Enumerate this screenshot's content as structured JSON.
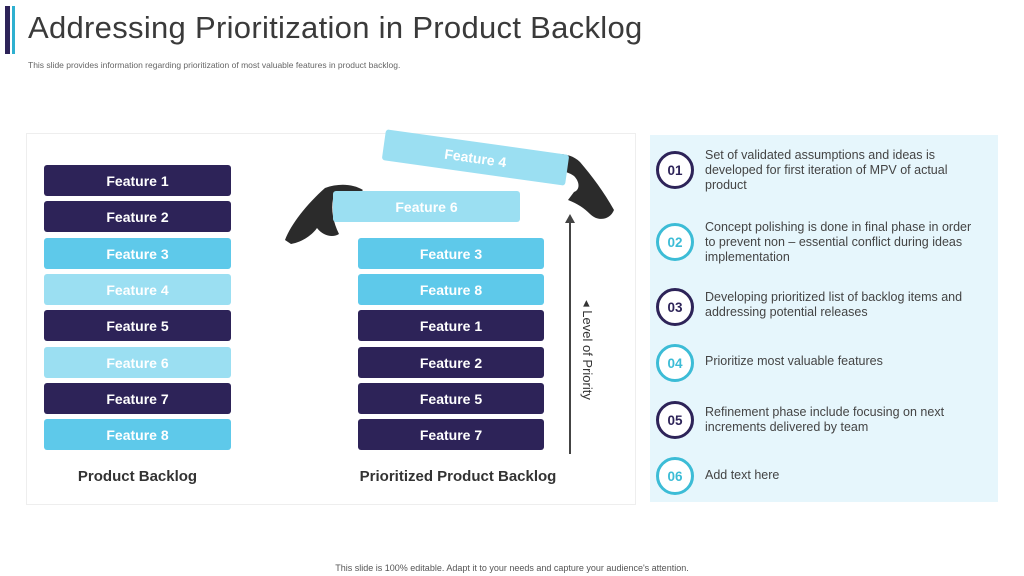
{
  "header": {
    "title": "Addressing Prioritization in Product Backlog",
    "subtitle": "This slide provides information regarding prioritization of most valuable features in product backlog."
  },
  "product_backlog": {
    "label": "Product Backlog",
    "features": [
      "Feature 1",
      "Feature 2",
      "Feature 3",
      "Feature 4",
      "Feature 5",
      "Feature 6",
      "Feature 7",
      "Feature 8"
    ]
  },
  "prioritized_backlog": {
    "label": "Prioritized Product Backlog",
    "lifted_features": [
      "Feature 4",
      "Feature 6"
    ],
    "features": [
      "Feature 3",
      "Feature 8",
      "Feature 1",
      "Feature 2",
      "Feature 5",
      "Feature 7"
    ]
  },
  "axis": {
    "label": "Level of Priority"
  },
  "steps": [
    {
      "number": "01",
      "text": "Set of validated assumptions and ideas is developed for first iteration of MPV of actual product"
    },
    {
      "number": "02",
      "text": "Concept polishing is done in final phase in order to prevent non – essential conflict during ideas implementation"
    },
    {
      "number": "03",
      "text": "Developing prioritized list of backlog items and addressing potential releases"
    },
    {
      "number": "04",
      "text": "Prioritize most valuable features"
    },
    {
      "number": "05",
      "text": "Refinement phase include focusing on next increments delivered by team"
    },
    {
      "number": "06",
      "text": "Add text here"
    }
  ],
  "footer": {
    "text": "This slide is 100% editable. Adapt it to your needs and capture your audience's attention."
  },
  "colors": {
    "dark": "#2d2358",
    "mid": "#5ec9ea",
    "light": "#9bdff2",
    "teal": "#3cbcd6",
    "panel": "#e6f6fc"
  }
}
